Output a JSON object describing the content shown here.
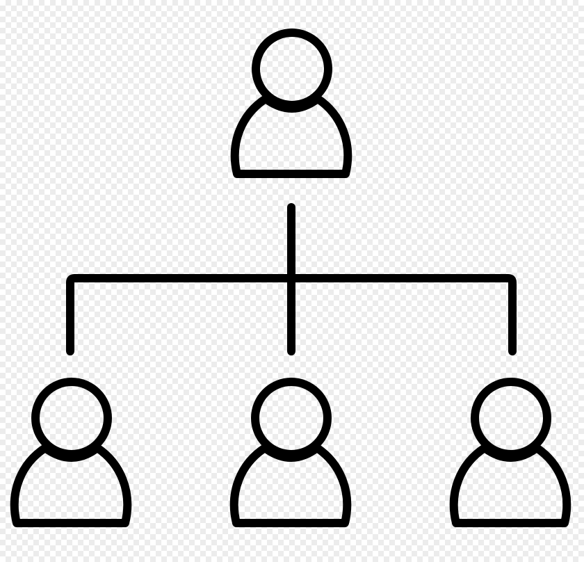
{
  "icon": {
    "name": "org-chart-icon",
    "stroke_color": "#000000",
    "nodes": [
      {
        "id": "root-person",
        "level": 1
      },
      {
        "id": "child-person-left",
        "level": 2
      },
      {
        "id": "child-person-center",
        "level": 2
      },
      {
        "id": "child-person-right",
        "level": 2
      }
    ]
  }
}
